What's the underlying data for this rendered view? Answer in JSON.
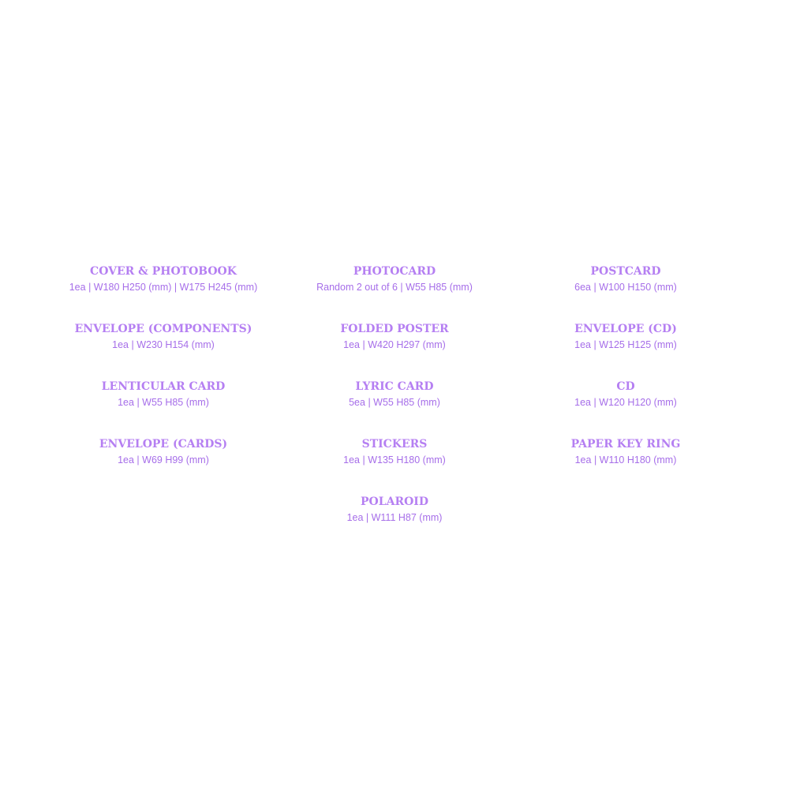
{
  "colors": {
    "title": "#b57ff2",
    "spec": "#a66ee9",
    "background": "#ffffff"
  },
  "columns": {
    "left": [
      {
        "title": "COVER & PHOTOBOOK",
        "spec": "1ea | W180 H250 (mm) | W175 H245 (mm)"
      },
      {
        "title": "ENVELOPE (COMPONENTS)",
        "spec": "1ea | W230 H154 (mm)"
      },
      {
        "title": "LENTICULAR CARD",
        "spec": "1ea | W55 H85 (mm)"
      },
      {
        "title": "ENVELOPE (CARDS)",
        "spec": "1ea | W69 H99 (mm)"
      }
    ],
    "center": [
      {
        "title": "PHOTOCARD",
        "spec": "Random 2 out of 6 | W55 H85 (mm)"
      },
      {
        "title": "FOLDED POSTER",
        "spec": "1ea | W420 H297 (mm)"
      },
      {
        "title": "LYRIC CARD",
        "spec": "5ea | W55 H85 (mm)"
      },
      {
        "title": "STICKERS",
        "spec": "1ea | W135 H180 (mm)"
      },
      {
        "title": "POLAROID",
        "spec": "1ea | W111 H87 (mm)"
      }
    ],
    "right": [
      {
        "title": "POSTCARD",
        "spec": "6ea | W100 H150 (mm)"
      },
      {
        "title": "ENVELOPE (CD)",
        "spec": "1ea | W125 H125 (mm)"
      },
      {
        "title": "CD",
        "spec": "1ea | W120 H120 (mm)"
      },
      {
        "title": "PAPER KEY RING",
        "spec": "1ea | W110 H180 (mm)"
      }
    ]
  }
}
